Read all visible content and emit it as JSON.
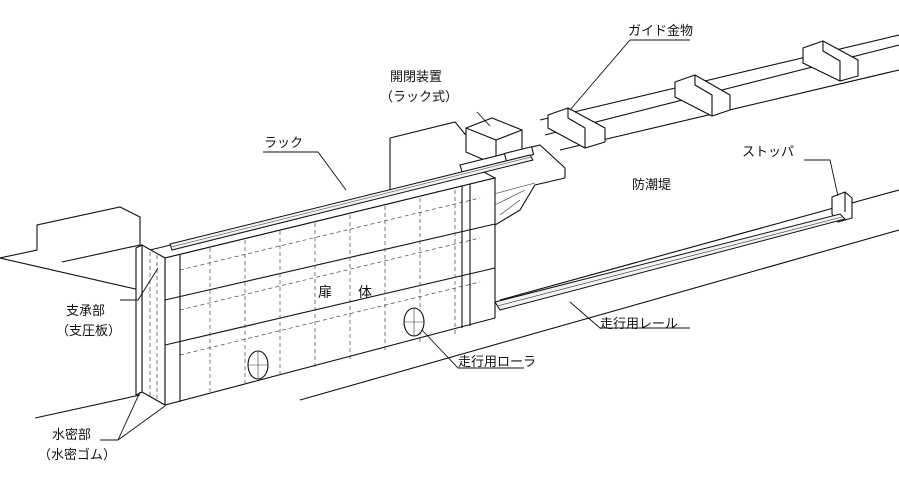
{
  "labels": {
    "guide_metal": "ガイド金物",
    "drive_device": "開閉装置",
    "drive_device_sub": "（ラック式）",
    "rack": "ラック",
    "stopper": "ストッパ",
    "seawall": "防潮堤",
    "gate_leaf": "扉　体",
    "bearing": "支承部",
    "bearing_sub": "（支圧板）",
    "rail": "走行用レール",
    "roller": "走行用ローラ",
    "watertight": "水密部",
    "watertight_sub": "（水密ゴム）"
  }
}
